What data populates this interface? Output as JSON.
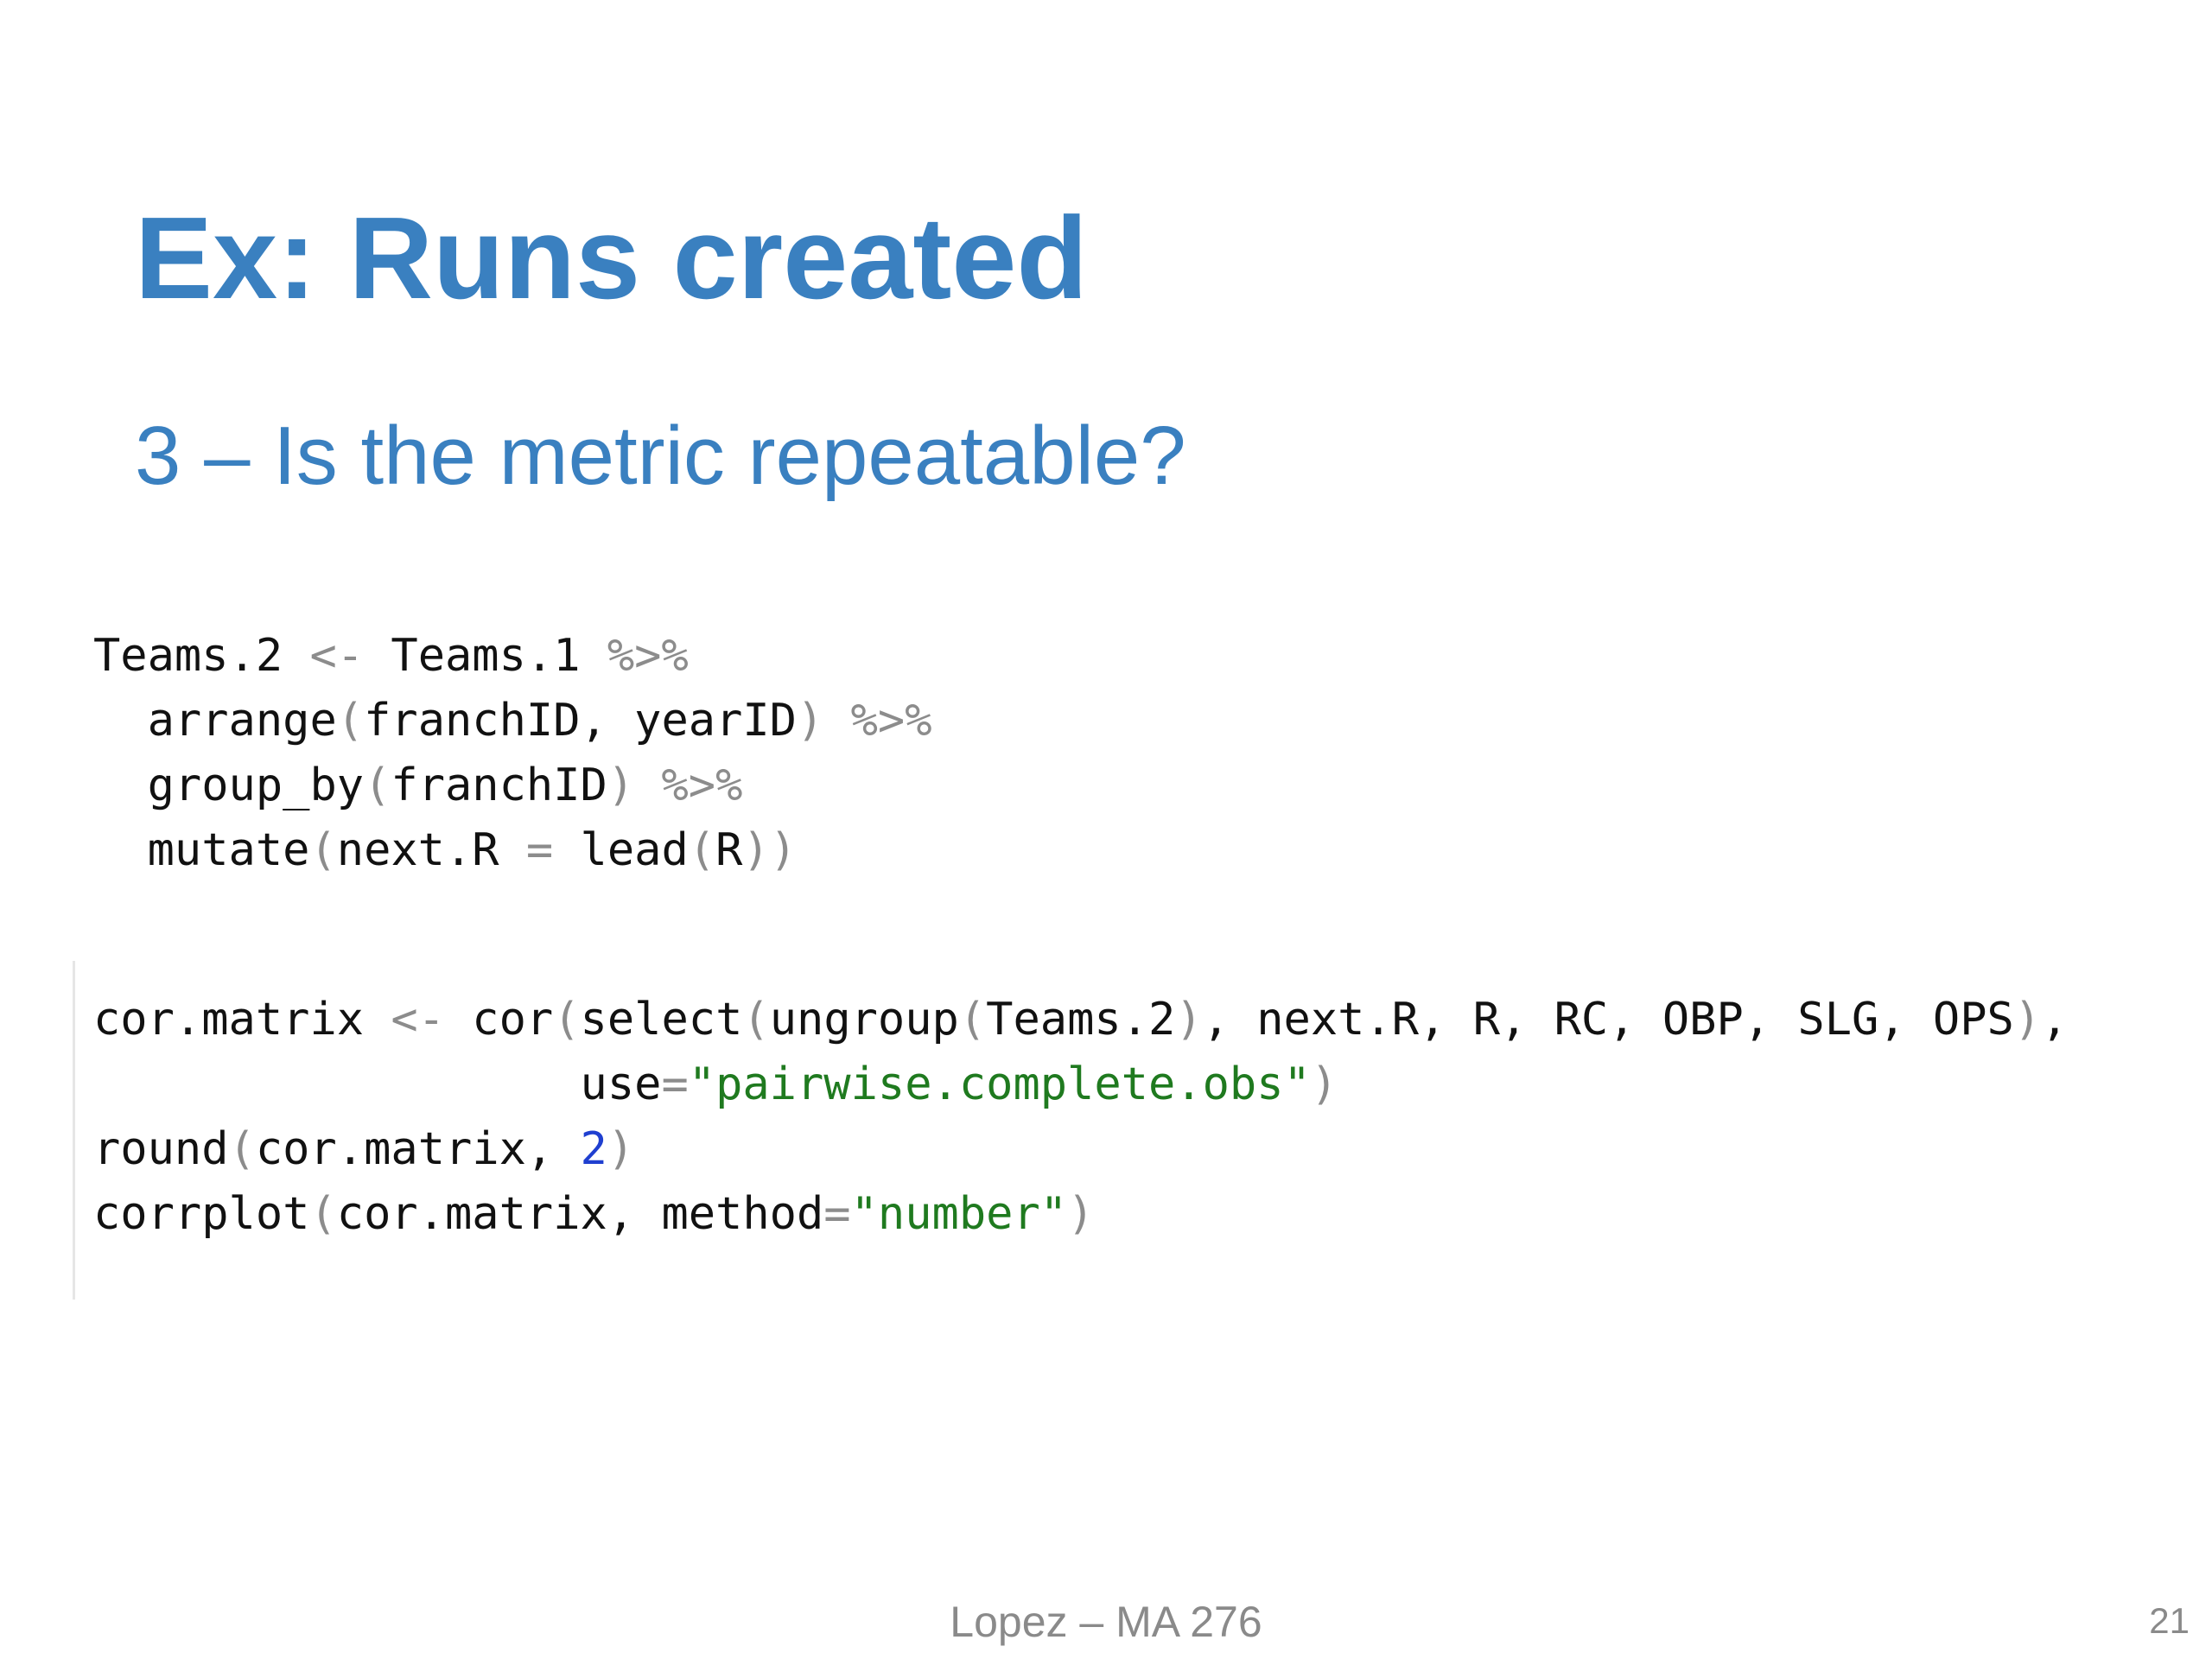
{
  "slide": {
    "title": "Ex: Runs created",
    "subtitle": "3 – Is the metric repeatable?",
    "footer": "Lopez – MA 276",
    "page_number": "21"
  },
  "code_block_1": {
    "lines": [
      [
        {
          "t": "Teams.2 ",
          "c": ""
        },
        {
          "t": "<-",
          "c": "op"
        },
        {
          "t": " Teams.1 ",
          "c": ""
        },
        {
          "t": "%>%",
          "c": "op"
        }
      ],
      [
        {
          "t": "  arrange",
          "c": ""
        },
        {
          "t": "(",
          "c": "paren"
        },
        {
          "t": "franchID, yearID",
          "c": ""
        },
        {
          "t": ")",
          "c": "paren"
        },
        {
          "t": " ",
          "c": ""
        },
        {
          "t": "%>%",
          "c": "op"
        }
      ],
      [
        {
          "t": "  group_by",
          "c": ""
        },
        {
          "t": "(",
          "c": "paren"
        },
        {
          "t": "franchID",
          "c": ""
        },
        {
          "t": ")",
          "c": "paren"
        },
        {
          "t": " ",
          "c": ""
        },
        {
          "t": "%>%",
          "c": "op"
        }
      ],
      [
        {
          "t": "  mutate",
          "c": ""
        },
        {
          "t": "(",
          "c": "paren"
        },
        {
          "t": "next.R ",
          "c": ""
        },
        {
          "t": "=",
          "c": "op"
        },
        {
          "t": " lead",
          "c": ""
        },
        {
          "t": "(",
          "c": "paren"
        },
        {
          "t": "R",
          "c": ""
        },
        {
          "t": "))",
          "c": "paren"
        }
      ]
    ]
  },
  "code_block_2": {
    "lines": [
      [
        {
          "t": "cor.matrix ",
          "c": ""
        },
        {
          "t": "<-",
          "c": "op"
        },
        {
          "t": " cor",
          "c": ""
        },
        {
          "t": "(",
          "c": "paren"
        },
        {
          "t": "select",
          "c": ""
        },
        {
          "t": "(",
          "c": "paren"
        },
        {
          "t": "ungroup",
          "c": ""
        },
        {
          "t": "(",
          "c": "paren"
        },
        {
          "t": "Teams.2",
          "c": ""
        },
        {
          "t": ")",
          "c": "paren"
        },
        {
          "t": ", next.R, R, RC, OBP, SLG, OPS",
          "c": ""
        },
        {
          "t": ")",
          "c": "paren"
        },
        {
          "t": ",",
          "c": ""
        }
      ],
      [
        {
          "t": "                  use",
          "c": ""
        },
        {
          "t": "=",
          "c": "op"
        },
        {
          "t": "\"pairwise.complete.obs\"",
          "c": "str"
        },
        {
          "t": ")",
          "c": "paren"
        }
      ],
      [
        {
          "t": "round",
          "c": ""
        },
        {
          "t": "(",
          "c": "paren"
        },
        {
          "t": "cor.matrix, ",
          "c": ""
        },
        {
          "t": "2",
          "c": "num"
        },
        {
          "t": ")",
          "c": "paren"
        }
      ],
      [
        {
          "t": "corrplot",
          "c": ""
        },
        {
          "t": "(",
          "c": "paren"
        },
        {
          "t": "cor.matrix, method",
          "c": ""
        },
        {
          "t": "=",
          "c": "op"
        },
        {
          "t": "\"number\"",
          "c": "str"
        },
        {
          "t": ")",
          "c": "paren"
        }
      ]
    ]
  }
}
